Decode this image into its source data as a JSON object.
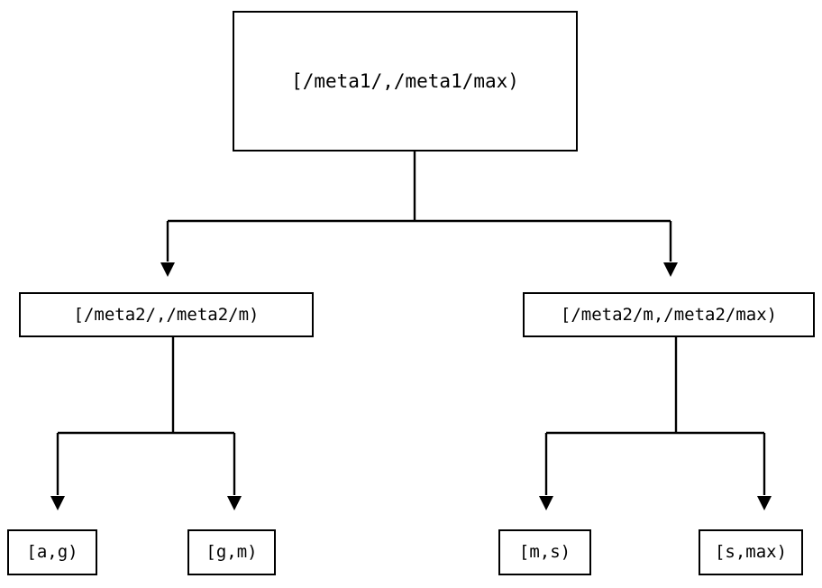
{
  "diagram": {
    "type": "tree",
    "title": "",
    "orientation": "top-down",
    "edge_style": "orthogonal",
    "arrowhead": "filled-triangle-down",
    "colors": {
      "background": "#ffffff",
      "node_fill": "#ffffff",
      "node_border": "#000000",
      "edge": "#000000",
      "text": "#000000"
    },
    "nodes": {
      "root": {
        "id": "root",
        "label": "[/meta1/,/meta1/max)",
        "level": 0
      },
      "left_mid": {
        "id": "left_mid",
        "label": "[/meta2/,/meta2/m)",
        "level": 1
      },
      "right_mid": {
        "id": "right_mid",
        "label": "[/meta2/m,/meta2/max)",
        "level": 1
      },
      "leaf_a_g": {
        "id": "leaf_a_g",
        "label": "[a,g)",
        "level": 2
      },
      "leaf_g_m": {
        "id": "leaf_g_m",
        "label": "[g,m)",
        "level": 2
      },
      "leaf_m_s": {
        "id": "leaf_m_s",
        "label": "[m,s)",
        "level": 2
      },
      "leaf_s_max": {
        "id": "leaf_s_max",
        "label": "[s,max)",
        "level": 2
      }
    },
    "edges": [
      {
        "from": "root",
        "to": "left_mid"
      },
      {
        "from": "root",
        "to": "right_mid"
      },
      {
        "from": "left_mid",
        "to": "leaf_a_g"
      },
      {
        "from": "left_mid",
        "to": "leaf_g_m"
      },
      {
        "from": "right_mid",
        "to": "leaf_m_s"
      },
      {
        "from": "right_mid",
        "to": "leaf_s_max"
      }
    ]
  }
}
